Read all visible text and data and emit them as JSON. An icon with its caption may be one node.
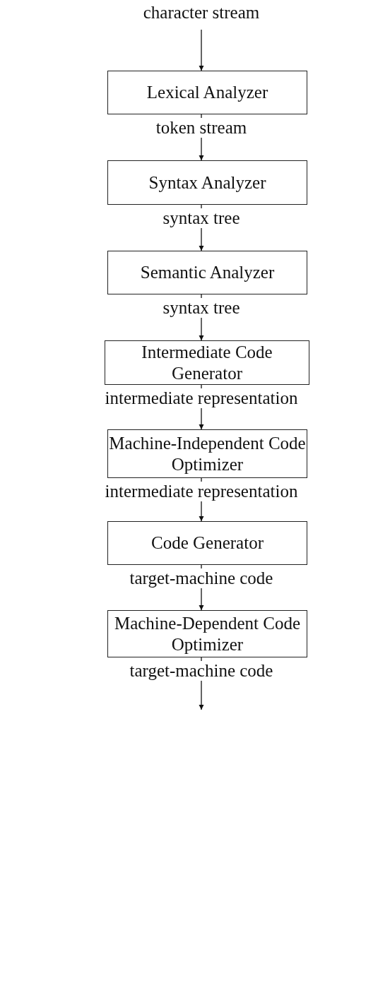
{
  "diagram": {
    "nodes": [
      {
        "text": [
          "Lexical Analyzer"
        ]
      },
      {
        "text": [
          "Syntax Analyzer"
        ]
      },
      {
        "text": [
          "Semantic Analyzer"
        ]
      },
      {
        "text": [
          "Intermediate Code Generator"
        ]
      },
      {
        "text": [
          "Machine-Independent Code Optimizer"
        ]
      },
      {
        "text": [
          "Code Generator"
        ]
      },
      {
        "text": [
          "Machine-Dependent Code Optimizer"
        ]
      }
    ],
    "edges": [
      {
        "from": null,
        "to": 0,
        "arrow": "to",
        "label": "character stream"
      },
      {
        "from": 0,
        "to": 1,
        "arrow": "to",
        "label": "token stream"
      },
      {
        "from": 1,
        "to": 2,
        "arrow": "to",
        "label": "syntax tree"
      },
      {
        "from": 2,
        "to": 3,
        "arrow": "to",
        "label": "syntax tree"
      },
      {
        "from": 3,
        "to": 4,
        "arrow": "to",
        "label": "intermediate representation"
      },
      {
        "from": 4,
        "to": 5,
        "arrow": "to",
        "label": "intermediate representation"
      },
      {
        "from": 5,
        "to": 6,
        "arrow": "to",
        "label": "target-machine code"
      },
      {
        "from": 6,
        "to": null,
        "arrow": "to",
        "label": "target-machine code"
      }
    ]
  }
}
